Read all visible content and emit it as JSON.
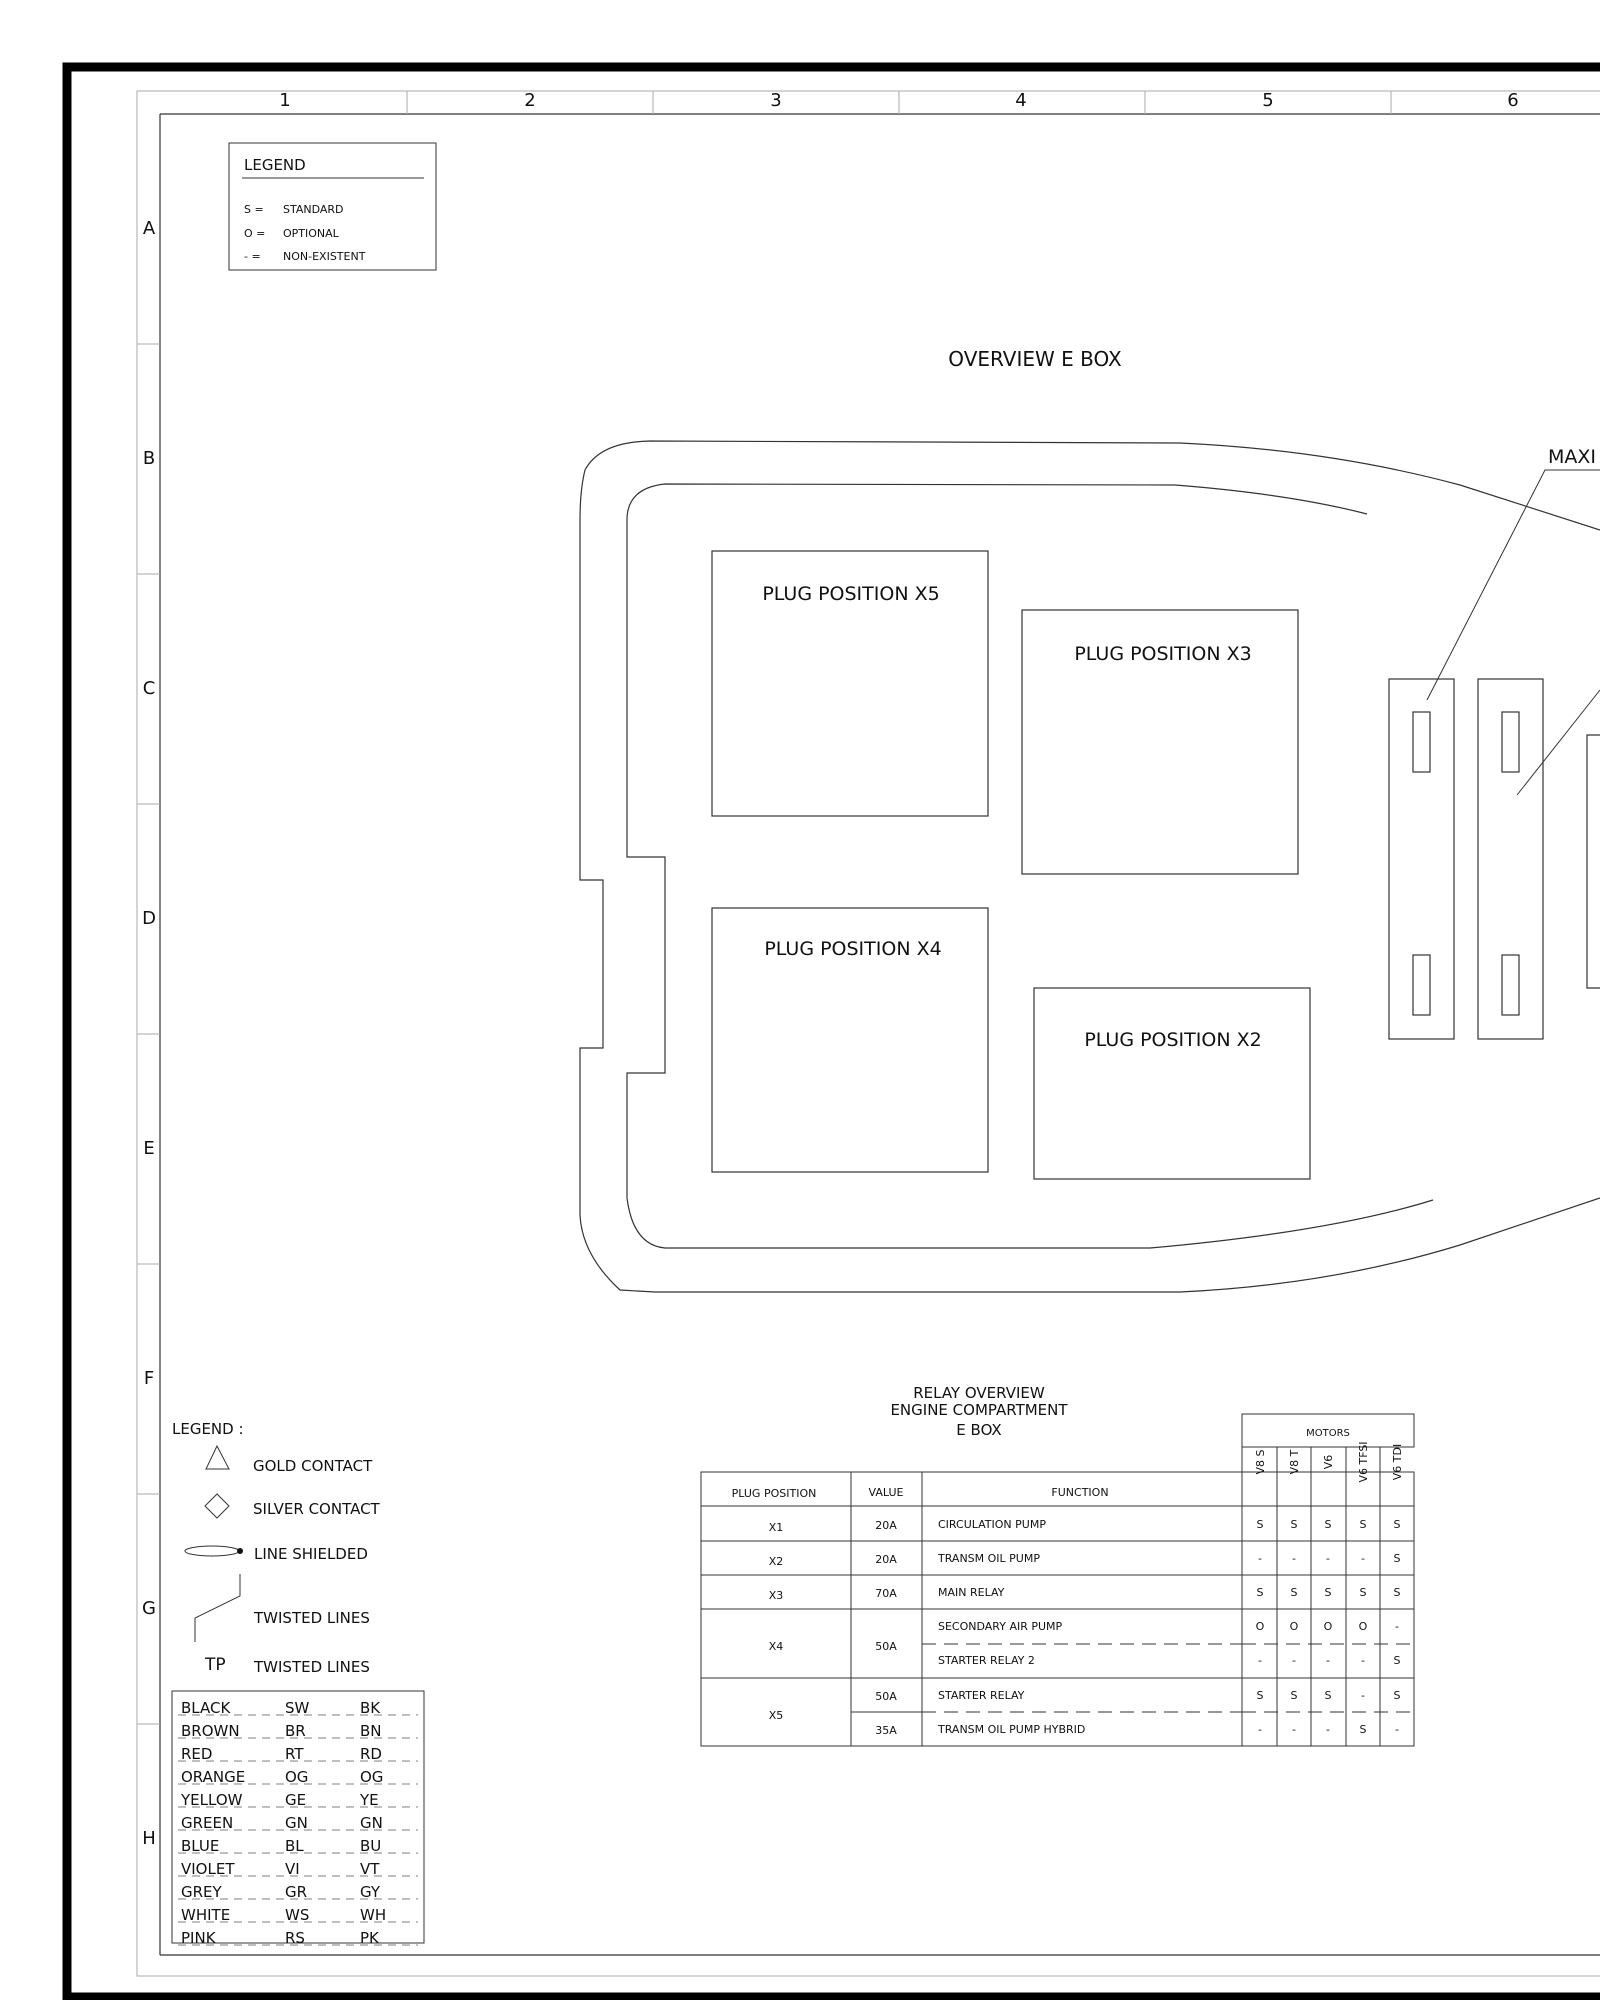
{
  "grid": {
    "columns": [
      "1",
      "2",
      "3",
      "4",
      "5",
      "6"
    ],
    "rows": [
      "A",
      "B",
      "C",
      "D",
      "E",
      "F",
      "G",
      "H"
    ]
  },
  "legend_top": {
    "title": "LEGEND",
    "items": [
      {
        "symbol": "S =",
        "meaning": "STANDARD"
      },
      {
        "symbol": "O =",
        "meaning": "OPTIONAL"
      },
      {
        "symbol": "- =",
        "meaning": "NON-EXISTENT"
      }
    ]
  },
  "overview": {
    "title": "OVERVIEW E BOX",
    "maxi_label": "MAXI",
    "plugs": {
      "x5": "PLUG POSITION X5",
      "x3": "PLUG POSITION X3",
      "x4": "PLUG POSITION X4",
      "x2": "PLUG POSITION X2"
    }
  },
  "legend_bottom": {
    "title": "LEGEND :",
    "items": {
      "gold": "GOLD CONTACT",
      "silver": "SILVER CONTACT",
      "shielded": "LINE SHIELDED",
      "twisted": "TWISTED LINES",
      "tp_symbol": "TP",
      "tp": "TWISTED LINES"
    }
  },
  "colors": [
    {
      "name": "BLACK",
      "de": "SW",
      "en": "BK"
    },
    {
      "name": "BROWN",
      "de": "BR",
      "en": "BN"
    },
    {
      "name": "RED",
      "de": "RT",
      "en": "RD"
    },
    {
      "name": "ORANGE",
      "de": "OG",
      "en": "OG"
    },
    {
      "name": "YELLOW",
      "de": "GE",
      "en": "YE"
    },
    {
      "name": "GREEN",
      "de": "GN",
      "en": "GN"
    },
    {
      "name": "BLUE",
      "de": "BL",
      "en": "BU"
    },
    {
      "name": "VIOLET",
      "de": "VI",
      "en": "VT"
    },
    {
      "name": "GREY",
      "de": "GR",
      "en": "GY"
    },
    {
      "name": "WHITE",
      "de": "WS",
      "en": "WH"
    },
    {
      "name": "PINK",
      "de": "RS",
      "en": "PK"
    }
  ],
  "relay": {
    "title_lines": [
      "RELAY OVERVIEW",
      "ENGINE COMPARTMENT",
      "E BOX"
    ],
    "motors_header": "MOTORS",
    "headers": {
      "plug": "PLUG POSITION",
      "value": "VALUE",
      "function": "FUNCTION"
    },
    "motors": [
      "V8 S",
      "V8 T",
      "V6",
      "V6 TFSI",
      "V6 TDI"
    ],
    "rows": [
      {
        "plug": "X1",
        "value": "20A",
        "function": "CIRCULATION PUMP",
        "m": [
          "S",
          "S",
          "S",
          "S",
          "S"
        ]
      },
      {
        "plug": "X2",
        "value": "20A",
        "function": "TRANSM OIL PUMP",
        "m": [
          "-",
          "-",
          "-",
          "-",
          "S"
        ]
      },
      {
        "plug": "X3",
        "value": "70A",
        "function": "MAIN RELAY",
        "m": [
          "S",
          "S",
          "S",
          "S",
          "S"
        ]
      },
      {
        "plug": "X4",
        "value": "50A",
        "function": "SECONDARY AIR PUMP",
        "m": [
          "O",
          "O",
          "O",
          "O",
          "-"
        ]
      },
      {
        "plug": "",
        "value": "",
        "function": "STARTER RELAY 2",
        "m": [
          "-",
          "-",
          "-",
          "-",
          "S"
        ]
      },
      {
        "plug": "X5",
        "value": "50A",
        "function": "STARTER RELAY",
        "m": [
          "S",
          "S",
          "S",
          "-",
          "S"
        ]
      },
      {
        "plug": "",
        "value": "35A",
        "function": "TRANSM OIL PUMP HYBRID",
        "m": [
          "-",
          "-",
          "-",
          "S",
          "-"
        ]
      }
    ]
  }
}
